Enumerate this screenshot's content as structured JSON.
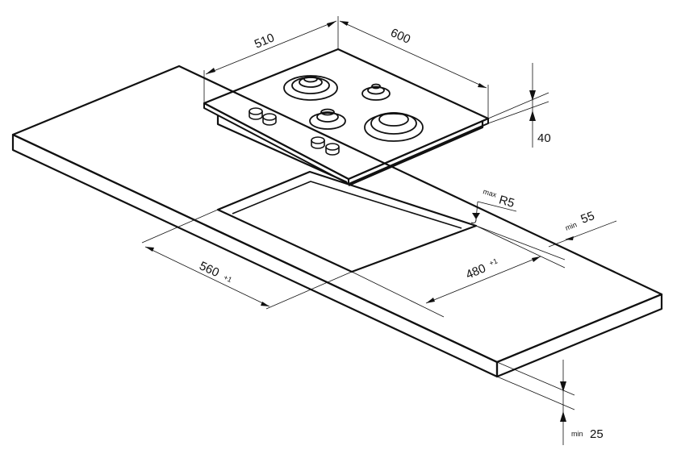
{
  "dimensions": {
    "hob_depth": "510",
    "hob_width": "600",
    "hob_height": "40",
    "cutout_width": "560",
    "cutout_width_tol": "+1",
    "cutout_depth": "480",
    "cutout_depth_tol": "+1",
    "corner_radius_prefix": "max",
    "corner_radius": "R5",
    "edge_distance_prefix": "min",
    "edge_distance": "55",
    "worktop_thickness_prefix": "min",
    "worktop_thickness": "25"
  },
  "colors": {
    "line": "#111111",
    "background": "#ffffff"
  }
}
